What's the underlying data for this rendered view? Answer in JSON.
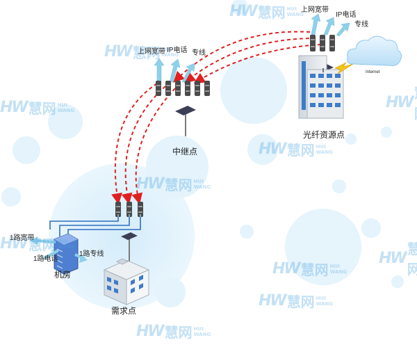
{
  "watermark": {
    "mark": "HW",
    "cn": "慧网",
    "en": "HUI WANG"
  },
  "relay_site": {
    "label": "中继点",
    "services": [
      "上网宽带",
      "IP电话",
      "专线"
    ]
  },
  "fiber_site": {
    "label": "光纤资源点",
    "services": [
      "上网宽带",
      "IP电话",
      "专线"
    ],
    "cloud_label": "Internet"
  },
  "demand_site": {
    "label": "需求点"
  },
  "machine_room": {
    "label": "机房",
    "outputs": [
      "1路宽带",
      "1路电话",
      "1路专线"
    ]
  },
  "colors": {
    "wireless_link": "#e02020",
    "wired_link": "#2f6fbf",
    "arrow": "#8fd0ea",
    "bubble": "#dff0fa"
  }
}
